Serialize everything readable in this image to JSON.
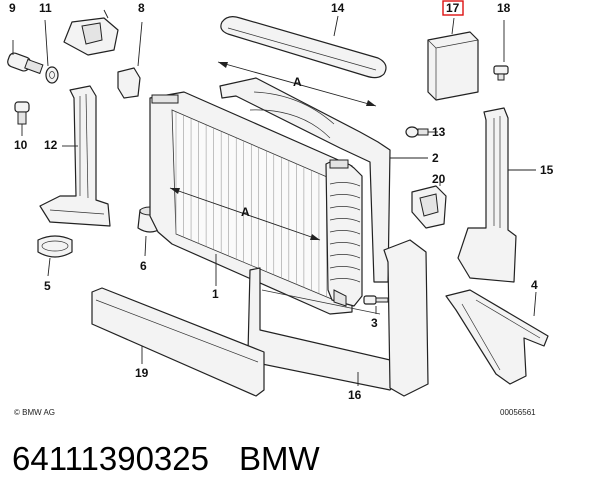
{
  "callouts": {
    "c1": "1",
    "c2": "2",
    "c3": "3",
    "c4": "4",
    "c5": "5",
    "c6": "6",
    "c8": "8",
    "c9": "9",
    "c10": "10",
    "c11": "11",
    "c12": "12",
    "c13": "13",
    "c14": "14",
    "c15": "15",
    "c16": "16",
    "c17": "17",
    "c18": "18",
    "c19": "19",
    "c20": "20"
  },
  "dimension": {
    "label_top": "A",
    "label_main": "A"
  },
  "copyright": "© BMW AG",
  "drawing_id": "00056561",
  "footer": {
    "part_number": "64111390325",
    "brand": "BMW"
  },
  "highlight_color": "#dd1111"
}
